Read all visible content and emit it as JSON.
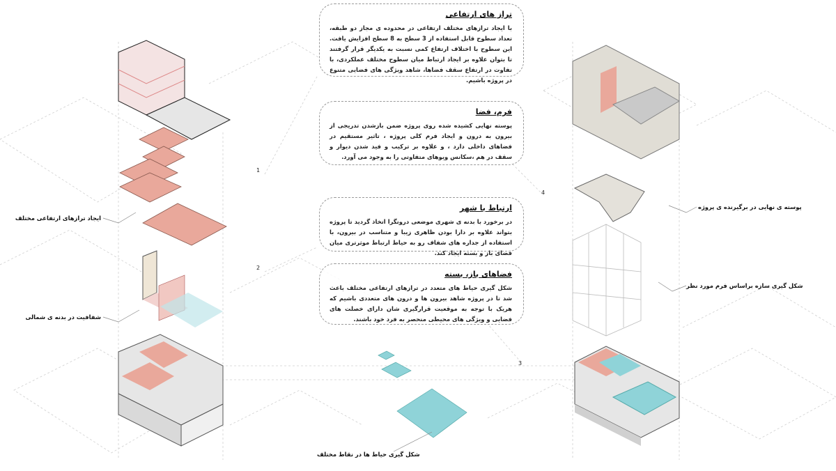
{
  "boxes": [
    {
      "title": "تراز های ارتفاعی",
      "text": "با ایجاد ترازهای مختلف ارتفاعی در محدوده ی مجاز دو طبقه، تعداد سطوح قابل استفاده از 3 سطح به 8 سطح افزایش یافت. این سطوح با اختلاف ارتفاع کمی نسبت به یکدیگر قرار گرفتند تا بتوان علاوه بر ایجاد ارتباط میان سطوح مختلف عملکردی، با تفاوت در ارتفاع سقف فضاها، شاهد ویژگی های فضایی متنوع در پروژه باشیم."
    },
    {
      "title": "فرم، فضا",
      "text": "پوسته نهایی کشیده شده روی پروژه ضمن بازشدن تدریجی از بیرون به درون و ایجاد فرم کلی پروژه ، تاثیر مستقیم در فضاهای داخلی دارد ، و علاوه بر ترکیب و فید شدن دیوار و سقف در هم ،سکانس ویوهای متفاوتی را به وجود می آورد."
    },
    {
      "title": "ارتباط با شهر",
      "text": "در برخورد با بدنه ی شهری موضعی درونگرا اتخاذ گردید تا پروژه بتواند علاوه بر دارا بودن ظاهری زیبا و متناسب در بیرون، با استفاده از جداره های شفاف رو به حیاط ارتباط موثرتری میان فضای باز و بسته ایجاد کند."
    },
    {
      "title": "فضاهای باز، بسته",
      "text": "شکل گیری حیاط های متعدد در ترازهای ارتفاعی مختلف باعث شد تا در پروژه شاهد بیرون ها و درون های متعددی باشیم که هریک با توجه به موقعیت قرارگیری شان دارای خصلت های فضایی و ویژگی های محیطی منحصر به فرد خود باشند."
    }
  ],
  "labels": {
    "levels": "ایجاد ترازهای ارتفاعی مختلف",
    "transparency": "شفافیت در بدنه ی شمالی",
    "courtyards": "شکل گیری حیاط ها در نقاط مختلف",
    "shell": "پوسته ی نهایی در برگیرنده ی پروژه",
    "structure": "شکل گیری سازه براساس فرم مورد نظر"
  },
  "numbers": [
    "1",
    "2",
    "3",
    "4"
  ],
  "colors": {
    "slab": "#e9a89b",
    "glass": "#bfe6ea",
    "courtyard": "#8fd3d8",
    "wall": "#efe6d6",
    "grid": "#c9c9c9"
  }
}
